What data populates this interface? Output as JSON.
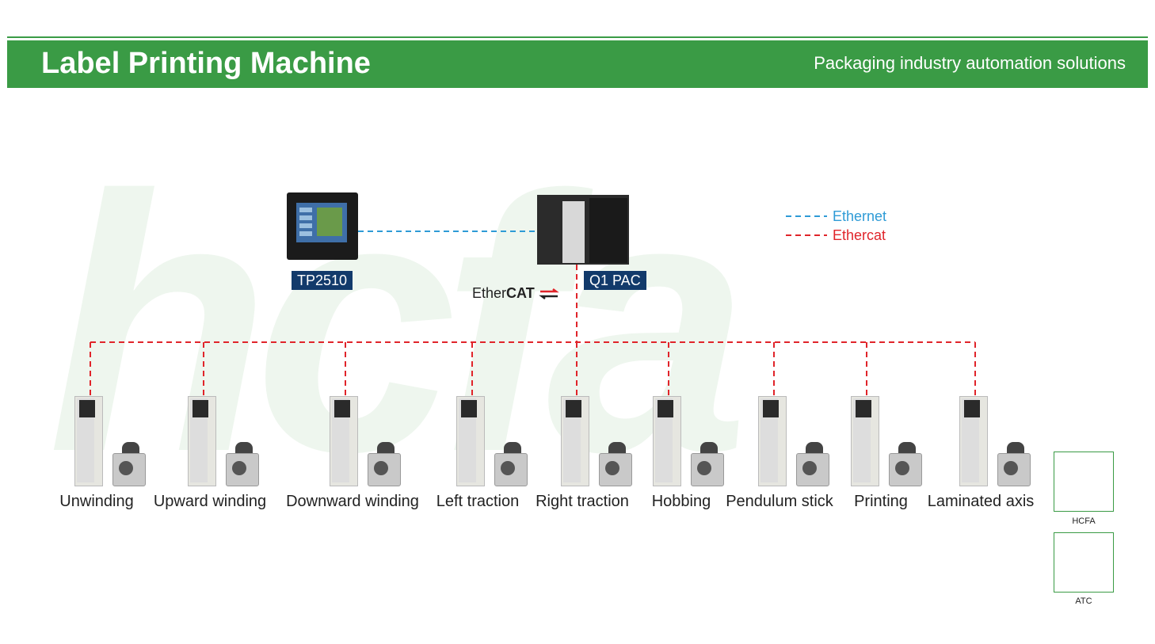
{
  "header": {
    "title": "Label Printing Machine",
    "subtitle": "Packaging industry automation solutions",
    "color": "#3a9b45"
  },
  "watermark": {
    "text": "hcfa"
  },
  "devices": {
    "hmi": {
      "label": "TP2510",
      "icon": "hmi-touchscreen-icon"
    },
    "controller": {
      "label": "Q1 PAC",
      "icon": "pac-controller-icon"
    }
  },
  "ethercat_logo": {
    "prefix": "Ether",
    "suffix": "CAT"
  },
  "legend": {
    "ethernet": {
      "label": "Ethernet",
      "color": "#2e9bd6"
    },
    "ethercat": {
      "label": "Ethercat",
      "color": "#e0242a"
    }
  },
  "drives": [
    {
      "label": "Unwinding"
    },
    {
      "label": "Upward winding"
    },
    {
      "label": "Downward winding"
    },
    {
      "label": "Left traction"
    },
    {
      "label": "Right traction"
    },
    {
      "label": "Hobbing"
    },
    {
      "label": "Pendulum stick"
    },
    {
      "label": "Printing"
    },
    {
      "label": "Laminated axis"
    }
  ],
  "qr_codes": [
    {
      "caption": "HCFA"
    },
    {
      "caption": "ATC"
    }
  ]
}
